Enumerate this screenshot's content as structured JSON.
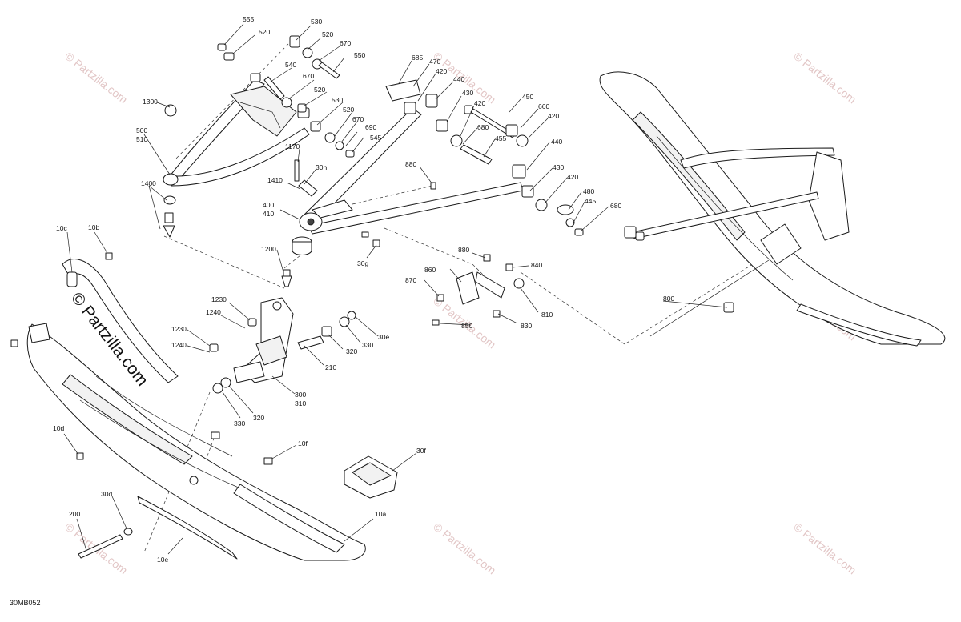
{
  "diagram_code": "30MB052",
  "watermark_text": "© Partzilla.com",
  "callouts": {
    "c555": "555",
    "c520a": "520",
    "c530a": "530",
    "c520b": "520",
    "c670a": "670",
    "c550": "550",
    "c540": "540",
    "c670b": "670",
    "c520c": "520",
    "c530b": "530",
    "c520d": "520",
    "c670c": "670",
    "c690": "690",
    "c545": "545",
    "c1300": "1300",
    "c500": "500",
    "c510": "510",
    "c1400": "1400",
    "c685": "685",
    "c470": "470",
    "c420a": "420",
    "c440a": "440",
    "c430a": "430",
    "c420b": "420",
    "c450": "450",
    "c660": "660",
    "c420c": "420",
    "c680a": "680",
    "c455": "455",
    "c440b": "440",
    "c430b": "430",
    "c420d": "420",
    "c480": "480",
    "c445": "445",
    "c680b": "680",
    "c880a": "880",
    "c1170": "1170",
    "c30h": "30h",
    "c1410": "1410",
    "c400": "400",
    "c410": "410",
    "c30g": "30g",
    "c1200": "1200",
    "c10c": "10c",
    "c10b": "10b",
    "c1230a": "1230",
    "c1240a": "1240",
    "c1230b": "1230",
    "c1240b": "1240",
    "c320a": "320",
    "c330a": "330",
    "c30e": "30e",
    "c210": "210",
    "c300": "300",
    "c310": "310",
    "c330b": "330",
    "c320b": "320",
    "c880b": "880",
    "c860": "860",
    "c870": "870",
    "c840": "840",
    "c810": "810",
    "c850": "850",
    "c830": "830",
    "c800": "800",
    "c10d": "10d",
    "c10f": "10f",
    "c30f": "30f",
    "c30d": "30d",
    "c200": "200",
    "c10a": "10a",
    "c10e": "10e"
  }
}
